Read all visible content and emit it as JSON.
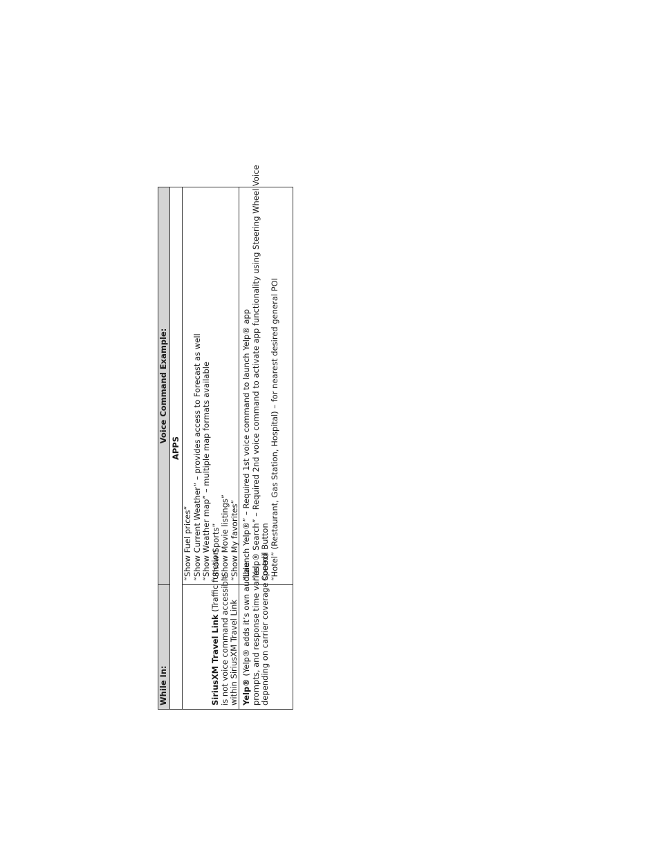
{
  "table": {
    "header": {
      "left": "While In:",
      "right": "Voice Command Example:"
    },
    "section_title": "APPS",
    "rows": [
      {
        "feature_bold": "SiriusXM Travel Link",
        "feature_rest": " (Traffic function",
        "feature_lines": [
          "is not voice command accessible",
          "within SiriusXM Travel Link"
        ],
        "commands": [
          "“Show Fuel prices”",
          "“Show Current Weather” – provides access to Forecast as well",
          "“Show Weather map” – multiple map formats available",
          "“Show Sports”",
          "“Show Movie listings”",
          "“Show My favorites”"
        ]
      },
      {
        "feature_bold": "Yelp®",
        "feature_rest": " (Yelp® adds it’s own audible",
        "feature_lines": [
          "prompts, and response time varies",
          "depending on carrier coverage speed)"
        ],
        "commands": [
          "“Launch Yelp®” – Required 1st voice command to launch Yelp® app",
          "“Yelp® Search” – Required 2nd voice command to activate app functionality using Steering Wheel Voice",
          "Control Button",
          "“Hotel” (Restaurant, Gas Station, Hospital) – for nearest desired general POI"
        ]
      }
    ]
  }
}
